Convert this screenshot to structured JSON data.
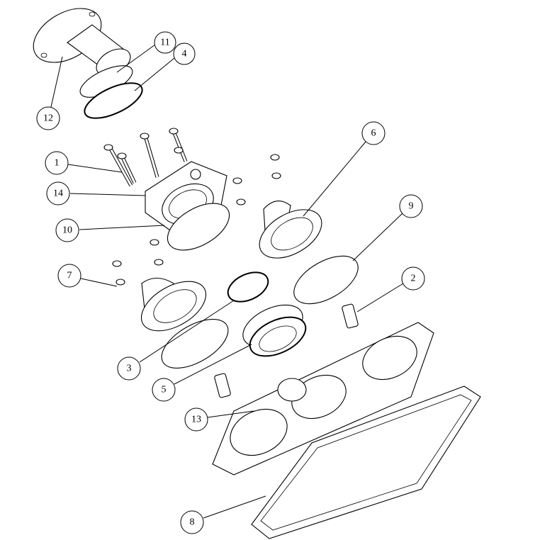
{
  "diagram": {
    "callouts": [
      {
        "id": "c12",
        "label": "12"
      },
      {
        "id": "c11",
        "label": "11"
      },
      {
        "id": "c4",
        "label": "4"
      },
      {
        "id": "c1",
        "label": "1"
      },
      {
        "id": "c14",
        "label": "14"
      },
      {
        "id": "c10",
        "label": "10"
      },
      {
        "id": "c6",
        "label": "6"
      },
      {
        "id": "c9",
        "label": "9"
      },
      {
        "id": "c7",
        "label": "7"
      },
      {
        "id": "c2",
        "label": "2"
      },
      {
        "id": "c3",
        "label": "3"
      },
      {
        "id": "c5",
        "label": "5"
      },
      {
        "id": "c13",
        "label": "13"
      },
      {
        "id": "c8",
        "label": "8"
      }
    ]
  }
}
